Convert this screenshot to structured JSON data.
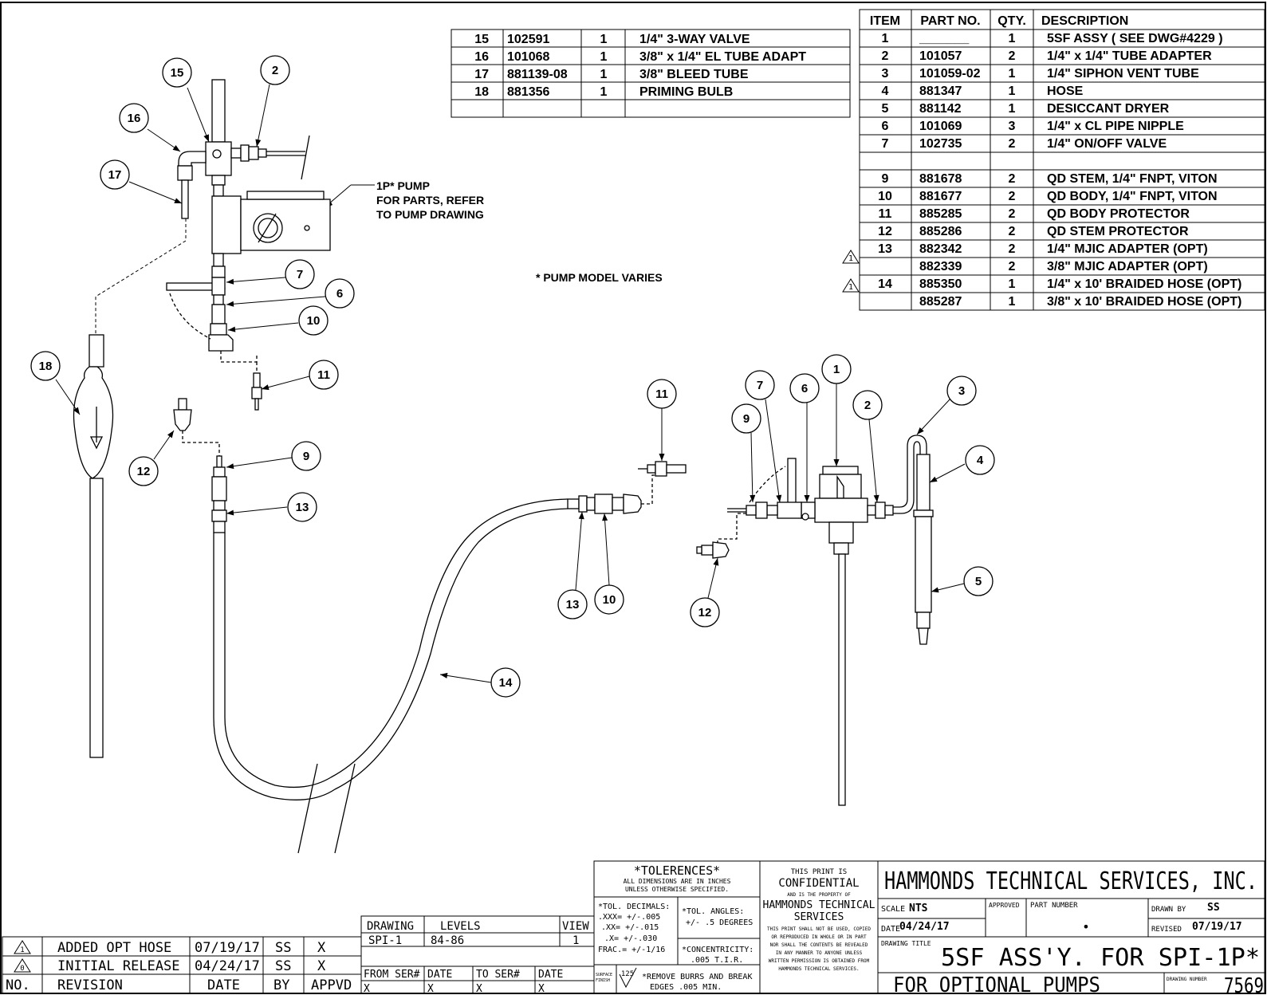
{
  "parts_table_left": {
    "rows": [
      {
        "item": "15",
        "part_no": "102591",
        "qty": "1",
        "description": "1/4\" 3-WAY VALVE"
      },
      {
        "item": "16",
        "part_no": "101068",
        "qty": "1",
        "description": "3/8\" x 1/4\" EL TUBE ADAPT"
      },
      {
        "item": "17",
        "part_no": "881139-08",
        "qty": "1",
        "description": "3/8\" BLEED TUBE"
      },
      {
        "item": "18",
        "part_no": "881356",
        "qty": "1",
        "description": "PRIMING BULB"
      },
      {
        "item": "",
        "part_no": "",
        "qty": "",
        "description": ""
      }
    ]
  },
  "parts_table_right": {
    "headers": {
      "item": "ITEM",
      "part_no": "PART NO.",
      "qty": "QTY.",
      "description": "DESCRIPTION"
    },
    "rows": [
      {
        "flag": "",
        "item": "1",
        "part_no": "_______",
        "qty": "1",
        "description": "5SF ASSY ( SEE DWG#4229 )"
      },
      {
        "flag": "",
        "item": "2",
        "part_no": "101057",
        "qty": "2",
        "description": "1/4\" x 1/4\" TUBE ADAPTER"
      },
      {
        "flag": "",
        "item": "3",
        "part_no": "101059-02",
        "qty": "1",
        "description": "1/4\" SIPHON VENT TUBE"
      },
      {
        "flag": "",
        "item": "4",
        "part_no": "881347",
        "qty": "1",
        "description": "HOSE"
      },
      {
        "flag": "",
        "item": "5",
        "part_no": "881142",
        "qty": "1",
        "description": "DESICCANT DRYER"
      },
      {
        "flag": "",
        "item": "6",
        "part_no": "101069",
        "qty": "3",
        "description": "1/4\" x CL PIPE NIPPLE"
      },
      {
        "flag": "",
        "item": "7",
        "part_no": "102735",
        "qty": "2",
        "description": "1/4\" ON/OFF VALVE"
      },
      {
        "flag": "",
        "item": "",
        "part_no": "",
        "qty": "",
        "description": ""
      },
      {
        "flag": "",
        "item": "9",
        "part_no": "881678",
        "qty": "2",
        "description": "QD STEM, 1/4\" FNPT, VITON"
      },
      {
        "flag": "",
        "item": "10",
        "part_no": "881677",
        "qty": "2",
        "description": "QD BODY, 1/4\" FNPT, VITON"
      },
      {
        "flag": "",
        "item": "11",
        "part_no": "885285",
        "qty": "2",
        "description": "QD BODY PROTECTOR"
      },
      {
        "flag": "",
        "item": "12",
        "part_no": "885286",
        "qty": "2",
        "description": "QD STEM PROTECTOR"
      },
      {
        "flag": "1",
        "item": "13",
        "part_no": "882342",
        "qty": "2",
        "description": "1/4\" MJIC ADAPTER (OPT)"
      },
      {
        "flag": "",
        "item": "",
        "part_no": "882339",
        "qty": "2",
        "description": "3/8\" MJIC ADAPTER (OPT)"
      },
      {
        "flag": "1",
        "item": "14",
        "part_no": "885350",
        "qty": "1",
        "description": "1/4\" x 10' BRAIDED HOSE (OPT)"
      },
      {
        "flag": "",
        "item": "",
        "part_no": "885287",
        "qty": "1",
        "description": "3/8\" x 10' BRAIDED HOSE (OPT)"
      }
    ]
  },
  "notes": {
    "pump_line1": "1P* PUMP",
    "pump_line2": "FOR PARTS, REFER",
    "pump_line3": "TO PUMP DRAWING",
    "pump_model": "* PUMP MODEL VARIES"
  },
  "balloons": {
    "b1": "1",
    "b2": "2",
    "b3": "3",
    "b4": "4",
    "b5": "5",
    "b6": "6",
    "b7": "7",
    "b9": "9",
    "b10": "10",
    "b11": "11",
    "b12": "12",
    "b13": "13",
    "b14": "14",
    "l2": "2",
    "l6": "6",
    "l7": "7",
    "l9": "9",
    "l10": "10",
    "l11": "11",
    "l12": "12",
    "l13": "13",
    "l15": "15",
    "l16": "16",
    "l17": "17",
    "l18": "18"
  },
  "revisions": {
    "rows": [
      {
        "no": "1",
        "revision": "ADDED OPT HOSE",
        "date": "07/19/17",
        "by": "SS",
        "appvd": "X"
      },
      {
        "no": "0",
        "revision": "INITIAL RELEASE",
        "date": "04/24/17",
        "by": "SS",
        "appvd": "X"
      }
    ],
    "headers": {
      "no": "NO.",
      "revision": "REVISION",
      "date": "DATE",
      "by": "BY",
      "appvd": "APPVD"
    }
  },
  "drawing_levels": {
    "h_drawing": "DRAWING",
    "h_levels": "LEVELS",
    "h_view": "VIEW",
    "drawing": "SPI-1",
    "levels": "84-86",
    "view": "1",
    "h_from": "FROM SER#",
    "h_date1": "DATE",
    "h_to": "TO SER#",
    "h_date2": "DATE",
    "from": "X",
    "date1": "X",
    "to": "X",
    "date2": "X"
  },
  "tolerances": {
    "title": "*TOLERENCES*",
    "sub1": "ALL DIMENSIONS ARE IN INCHES",
    "sub2": "UNLESS OTHERWISE SPECIFIED.",
    "dec_h": "*TOL. DECIMALS:",
    "dec1": ".XXX= +/-.005",
    "dec2": ".XX= +/-.015",
    "dec3": ".X= +/-.030",
    "frac": "FRAC.= +/-1/16",
    "ang_h": "*TOL. ANGLES:",
    "ang": "+/- .5 DEGREES",
    "conc_h": "*CONCENTRICITY:",
    "conc": ".005 T.I.R.",
    "surf_l1": "SURFACE",
    "surf_l2": "FINISH",
    "surf_val": "125",
    "burr1": "*REMOVE BURRS AND BREAK",
    "burr2": "EDGES .005 MIN."
  },
  "confidential": {
    "l1": "THIS PRINT IS",
    "l2": "CONFIDENTIAL",
    "l3": "AND IS THE PROPERTY OF",
    "l4": "HAMMONDS TECHNICAL",
    "l5": "SERVICES",
    "l6": "THIS PRINT SHALL NOT BE USED, COPIED",
    "l7": "OR REPRODUCED IN WHOLE OR IN PART",
    "l8": "NOR SHALL THE CONTENTS BE REVEALED",
    "l9": "IN ANY MANNER TO ANYONE UNLESS",
    "l10": "WRITTEN PERMISSION IS OBTAINED FROM",
    "l11": "HAMMONDS TECHNICAL SERVICES."
  },
  "title_block": {
    "company": "HAMMONDS TECHNICAL SERVICES, INC.",
    "scale_label": "SCALE",
    "scale": "NTS",
    "approved_label": "APPROVED",
    "part_number_label": "PART NUMBER",
    "part_number": "•",
    "drawn_by_label": "DRAWN BY",
    "drawn_by": "SS",
    "date_label": "DATE",
    "date": "04/24/17",
    "revised_label": "REVISED",
    "revised": "07/19/17",
    "drawing_title_label": "DRAWING TITLE",
    "title_line1": "5SF ASS'Y. FOR SPI-1P*",
    "title_line2": "FOR OPTIONAL PUMPS",
    "drawing_number_label": "DRAWING NUMBER",
    "drawing_number": "7569"
  }
}
